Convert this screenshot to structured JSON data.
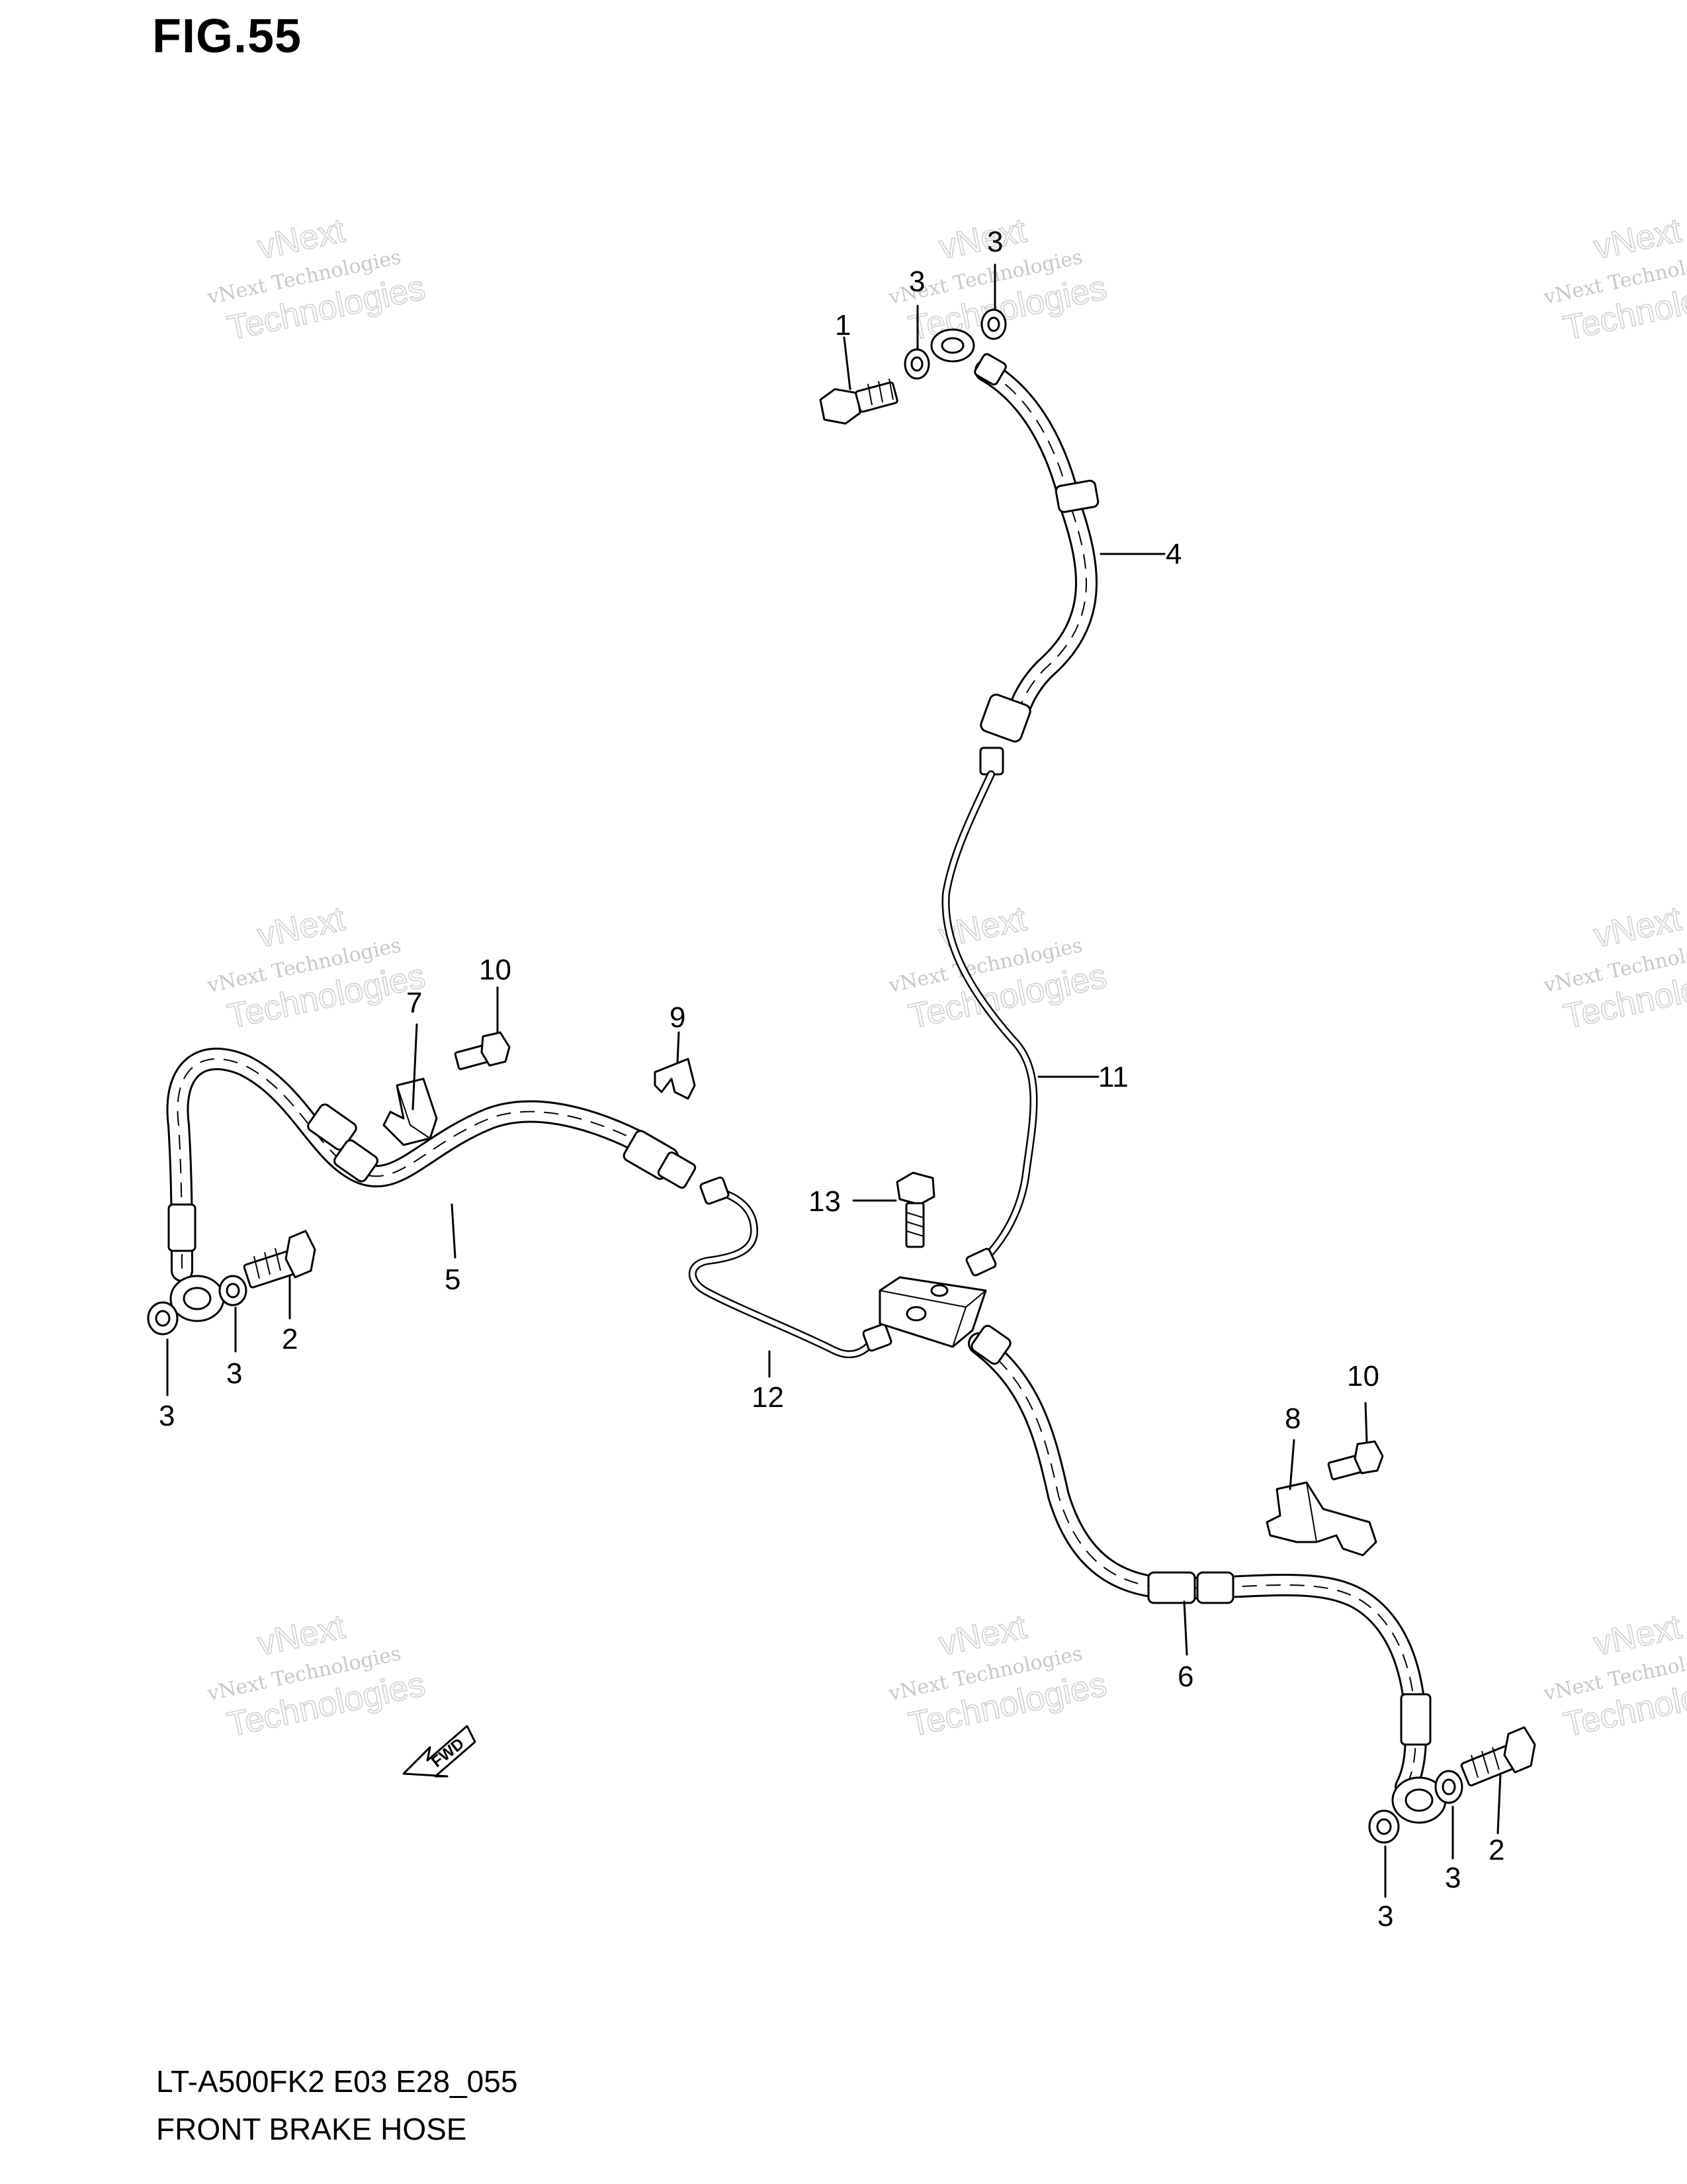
{
  "figure": {
    "title": "FIG.55"
  },
  "footer": {
    "model_code": "LT-A500FK2 E03 E28_055",
    "assembly_name": "FRONT BRAKE  HOSE"
  },
  "watermark": {
    "line1": "vNext Technologies",
    "line2": "vNext",
    "line3": "Technologies"
  },
  "fwd_label": "FWD",
  "callouts": [
    {
      "id": "c1",
      "label": "1"
    },
    {
      "id": "c2a",
      "label": "2"
    },
    {
      "id": "c2b",
      "label": "2"
    },
    {
      "id": "c3a",
      "label": "3"
    },
    {
      "id": "c3b",
      "label": "3"
    },
    {
      "id": "c3c",
      "label": "3"
    },
    {
      "id": "c3d",
      "label": "3"
    },
    {
      "id": "c3e",
      "label": "3"
    },
    {
      "id": "c3f",
      "label": "3"
    },
    {
      "id": "c4",
      "label": "4"
    },
    {
      "id": "c5",
      "label": "5"
    },
    {
      "id": "c6",
      "label": "6"
    },
    {
      "id": "c7",
      "label": "7"
    },
    {
      "id": "c8",
      "label": "8"
    },
    {
      "id": "c9",
      "label": "9"
    },
    {
      "id": "c10a",
      "label": "10"
    },
    {
      "id": "c10b",
      "label": "10"
    },
    {
      "id": "c11",
      "label": "11"
    },
    {
      "id": "c12",
      "label": "12"
    },
    {
      "id": "c13",
      "label": "13"
    }
  ]
}
